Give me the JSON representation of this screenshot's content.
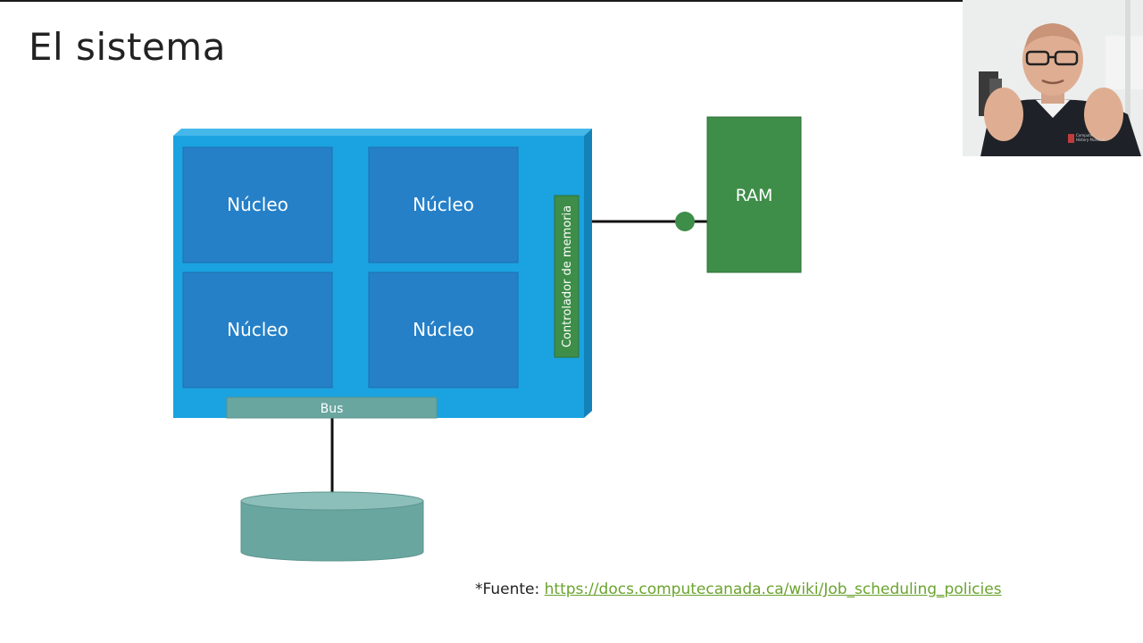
{
  "slide": {
    "title": "El sistema"
  },
  "diagram": {
    "cores": [
      {
        "label": "Núcleo"
      },
      {
        "label": "Núcleo"
      },
      {
        "label": "Núcleo"
      },
      {
        "label": "Núcleo"
      }
    ],
    "memory_controller_label": "Controlador de memoria",
    "bus_label": "Bus",
    "ram_label": "RAM",
    "colors": {
      "cpu_block": "#1aa3e0",
      "cpu_top": "#45b8ea",
      "cpu_side": "#1282b8",
      "core": "#2580c8",
      "memory_controller": "#3e8d48",
      "ram": "#3e8d48",
      "bus": "#6aa6a0",
      "disk": "#6aa6a0",
      "connector": "#111111"
    }
  },
  "source": {
    "prefix": "*Fuente: ",
    "link_text": "https://docs.computecanada.ca/wiki/Job_scheduling_policies",
    "link_color": "#6aa32e"
  },
  "webcam": {
    "logo_text": "Computer History Museum"
  }
}
